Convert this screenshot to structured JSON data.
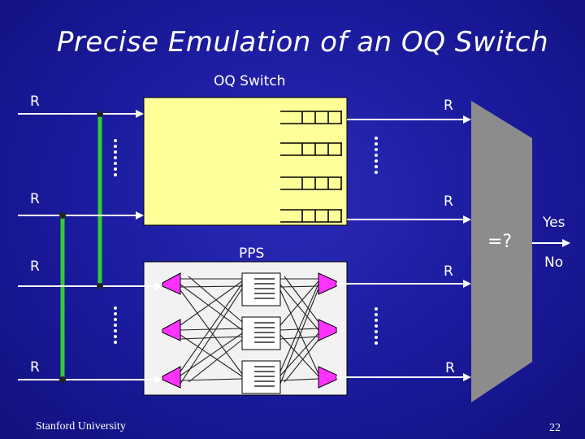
{
  "slide": {
    "title": "Precise Emulation of an OQ Switch",
    "footer": "Stanford University",
    "page_number": "22"
  },
  "oq_switch": {
    "label": "OQ Switch",
    "input_rates": [
      "R",
      "R"
    ],
    "output_rates": [
      "R",
      "R"
    ]
  },
  "pps": {
    "label": "PPS",
    "input_rates": [
      "R",
      "R"
    ],
    "output_rates": [
      "R",
      "R"
    ]
  },
  "comparator": {
    "label": "=?",
    "yes_label": "Yes",
    "no_label": "No"
  },
  "colors": {
    "background": "#1a1a9c",
    "oq_box": "#ffff99",
    "pps_box": "#f2f2f2",
    "mux": "#ff33ff",
    "vertical_bus": "#33cc33",
    "comparator": "#8c8c8c",
    "queue": "#000000"
  }
}
